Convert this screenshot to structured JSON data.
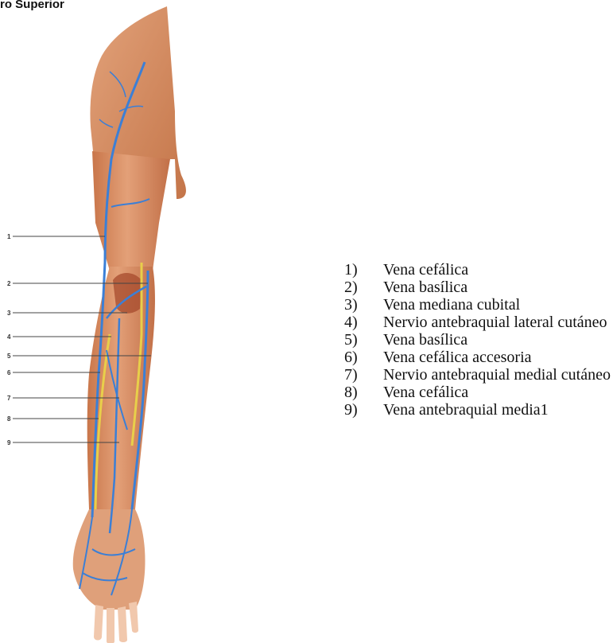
{
  "heading": "ro Superior",
  "callouts": [
    "1",
    "2",
    "3",
    "4",
    "5",
    "6",
    "7",
    "8",
    "9"
  ],
  "legend": [
    {
      "num": "1)",
      "text": "Vena cefálica"
    },
    {
      "num": "2)",
      "text": "Vena basílica"
    },
    {
      "num": "3)",
      "text": "Vena mediana cubital"
    },
    {
      "num": "4)",
      "text": "Nervio antebraquial lateral cutáneo"
    },
    {
      "num": "5)",
      "text": "Vena basílica"
    },
    {
      "num": "6)",
      "text": "Vena cefálica accesoria"
    },
    {
      "num": "7)",
      "text": "Nervio antebraquial medial cutáneo"
    },
    {
      "num": "8)",
      "text": "Vena cefálica"
    },
    {
      "num": "9)",
      "text": "Vena antebraquial media1"
    }
  ],
  "colors": {
    "skin": "#d98c5f",
    "skin_dark": "#b8643c",
    "vein": "#3b7fd6",
    "nerve": "#e8cf4a",
    "leader_line": "#444444"
  },
  "icons": [
    "arm-illustration"
  ]
}
